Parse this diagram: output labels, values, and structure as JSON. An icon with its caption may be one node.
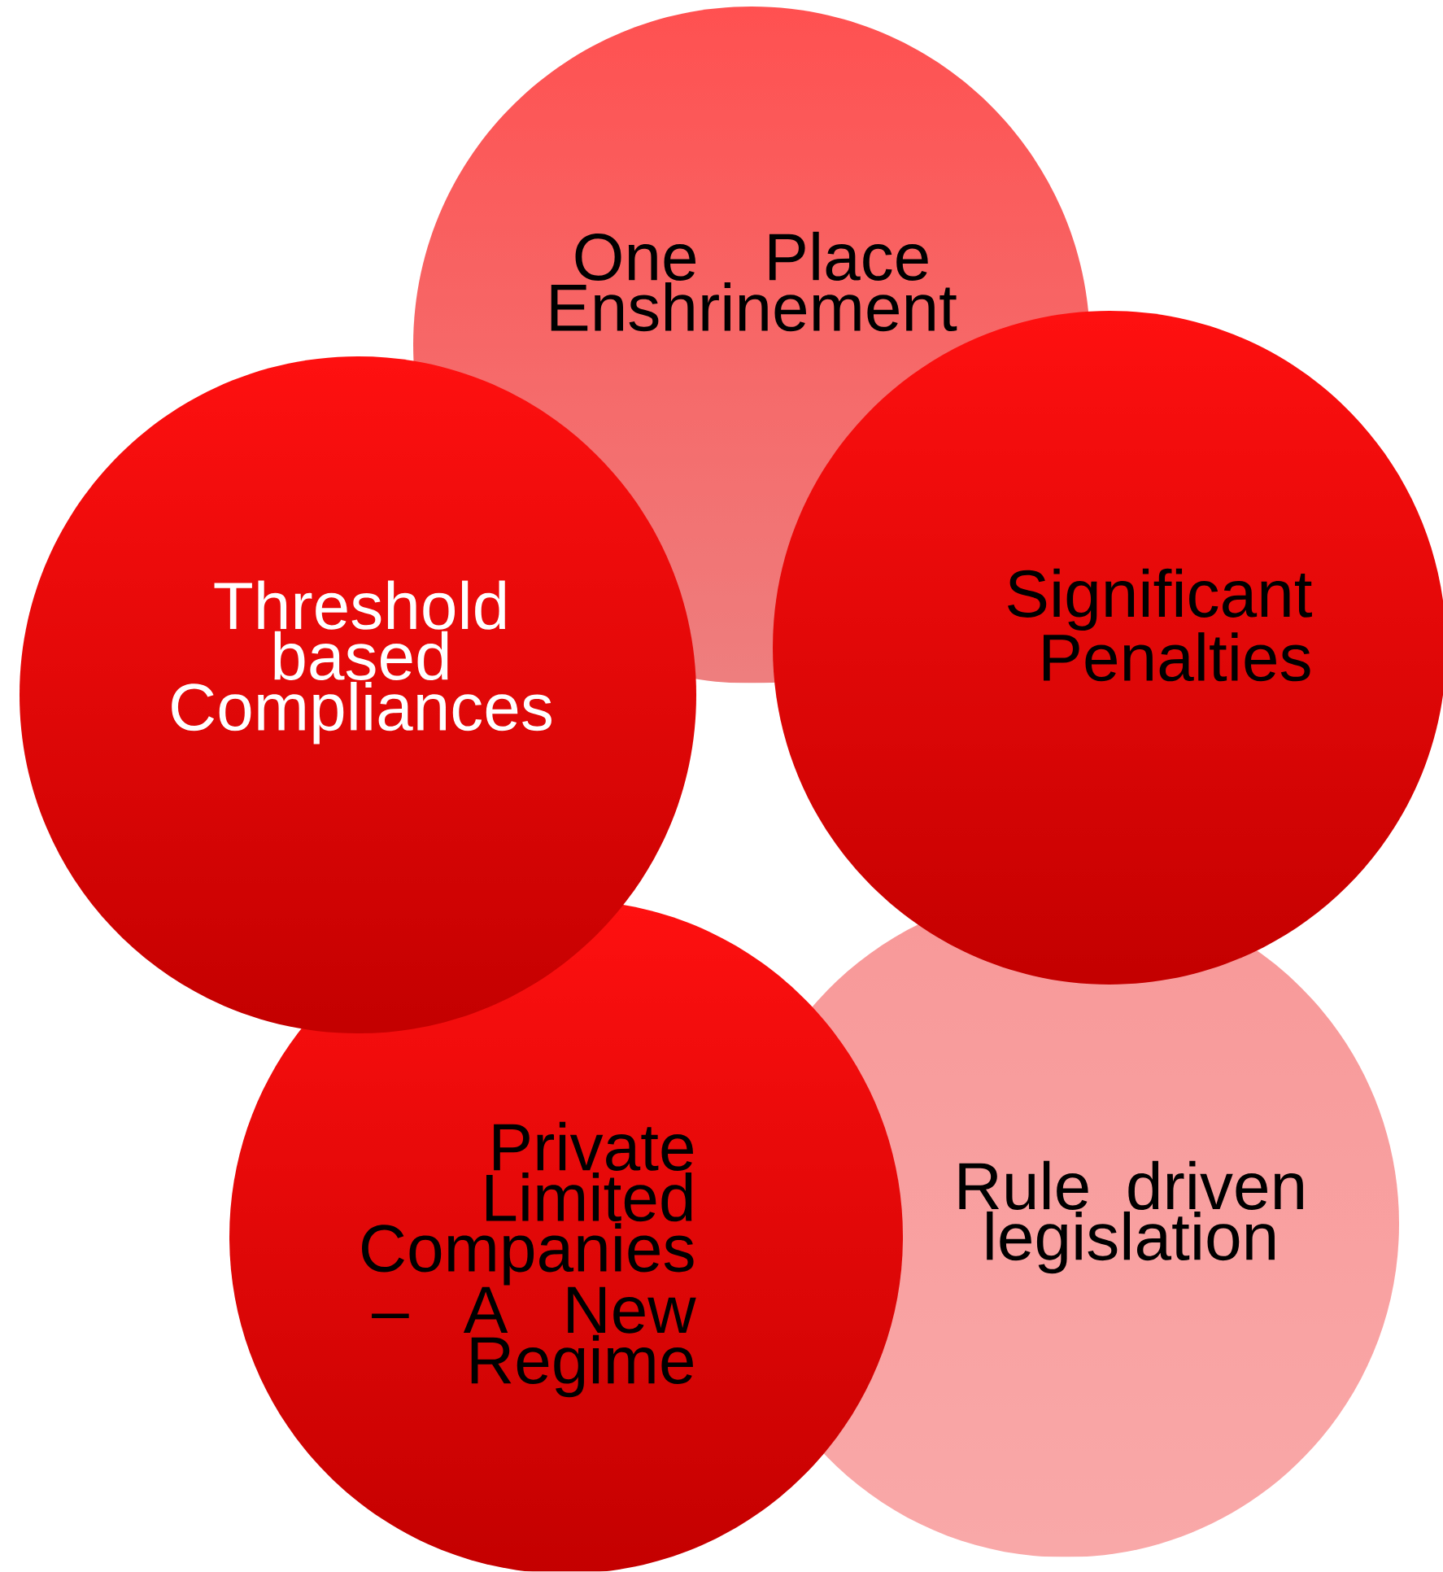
{
  "diagram": {
    "nodes": [
      {
        "text": [
          "One Place Enshrinement"
        ]
      },
      {
        "text": [
          "Threshold based Compliances"
        ]
      },
      {
        "text": [
          "Significant Penalties"
        ]
      },
      {
        "text": [
          "Private Limited Companies – A New Regime"
        ]
      },
      {
        "text": [
          "Rule driven legislation"
        ]
      }
    ]
  }
}
